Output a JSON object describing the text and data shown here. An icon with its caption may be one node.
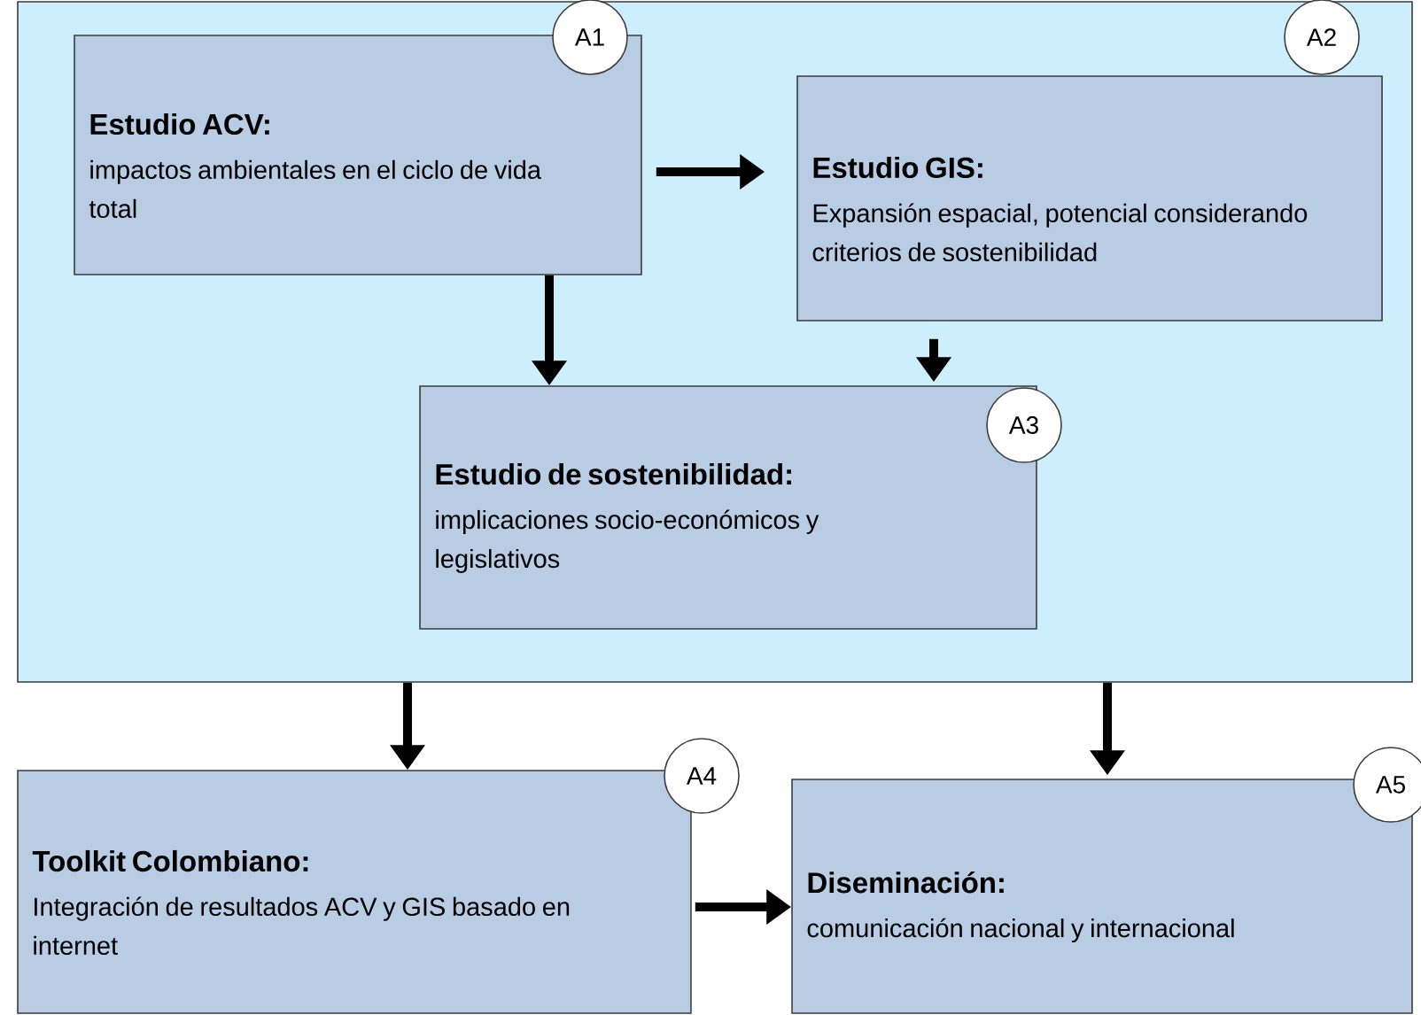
{
  "diagram": {
    "nodes": [
      {
        "text": [],
        "shape": "box"
      },
      {
        "text": [
          "A1",
          "Estudio ACV:",
          "impactos ambientales en el ciclo de vida total"
        ],
        "in": 0
      },
      {
        "text": [
          "A2",
          "Estudio GIS:",
          "Expansión espacial, potencial considerando criterios de sostenibilidad"
        ],
        "in": 0
      },
      {
        "text": [
          "A3",
          "Estudio de sostenibilidad:",
          "implicaciones socio-económicos y legislativos"
        ],
        "in": 0
      },
      {
        "text": [
          "A4",
          "Toolkit Colombiano:",
          "Integración de resultados ACV y GIS basado en internet"
        ]
      },
      {
        "text": [
          "A5",
          "Diseminación:",
          "comunicación nacional y internacional"
        ]
      }
    ],
    "edges": [
      {
        "from": 1,
        "to": 2,
        "arrow": "to"
      },
      {
        "from": 1,
        "to": 3,
        "arrow": "to"
      },
      {
        "from": 2,
        "to": 3,
        "arrow": "to"
      },
      {
        "from": 0,
        "to": 4,
        "arrow": "to"
      },
      {
        "from": 0,
        "to": 5,
        "arrow": "to"
      },
      {
        "from": 4,
        "to": 5,
        "arrow": "to"
      }
    ]
  }
}
